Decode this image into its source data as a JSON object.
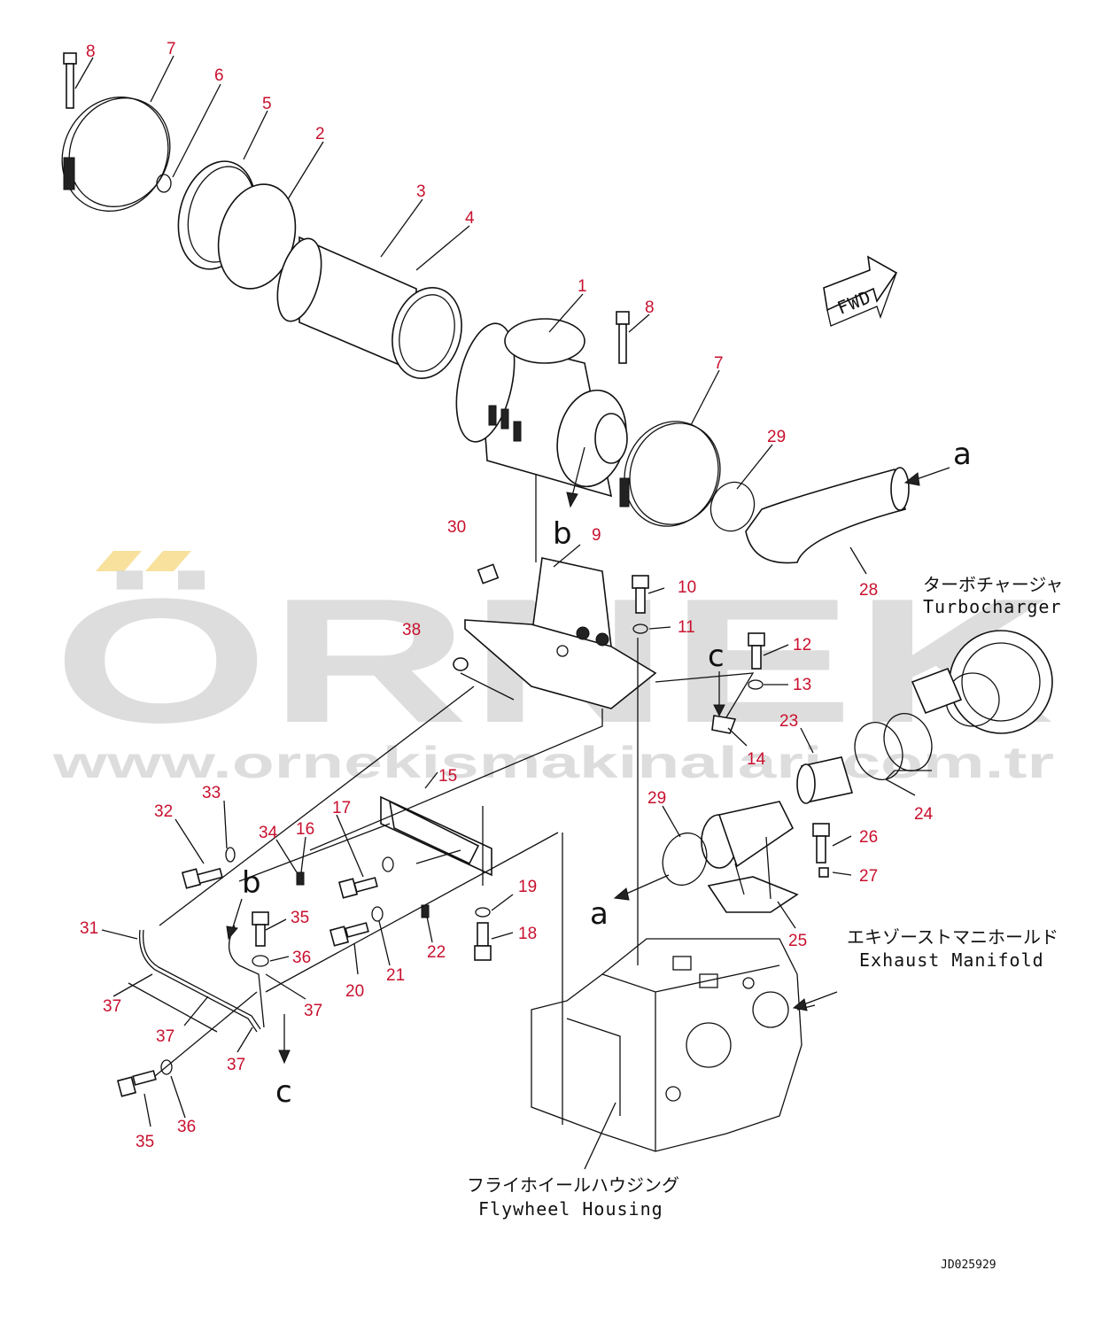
{
  "watermark": {
    "brand": "ÖRNEK",
    "url": "www.ornekismakinalari.com.tr"
  },
  "callouts": [
    {
      "id": "c8a",
      "text": "8"
    },
    {
      "id": "c7a",
      "text": "7"
    },
    {
      "id": "c6",
      "text": "6"
    },
    {
      "id": "c5",
      "text": "5"
    },
    {
      "id": "c2",
      "text": "2"
    },
    {
      "id": "c3",
      "text": "3"
    },
    {
      "id": "c4",
      "text": "4"
    },
    {
      "id": "c1",
      "text": "1"
    },
    {
      "id": "c8b",
      "text": "8"
    },
    {
      "id": "c7b",
      "text": "7"
    },
    {
      "id": "c29a",
      "text": "29"
    },
    {
      "id": "c30",
      "text": "30"
    },
    {
      "id": "c9",
      "text": "9"
    },
    {
      "id": "c10",
      "text": "10"
    },
    {
      "id": "c11",
      "text": "11"
    },
    {
      "id": "c28",
      "text": "28"
    },
    {
      "id": "c38",
      "text": "38"
    },
    {
      "id": "c12",
      "text": "12"
    },
    {
      "id": "c13",
      "text": "13"
    },
    {
      "id": "c14",
      "text": "14"
    },
    {
      "id": "c23",
      "text": "23"
    },
    {
      "id": "c24",
      "text": "24"
    },
    {
      "id": "c15",
      "text": "15"
    },
    {
      "id": "c33",
      "text": "33"
    },
    {
      "id": "c32",
      "text": "32"
    },
    {
      "id": "c17",
      "text": "17"
    },
    {
      "id": "c34",
      "text": "34"
    },
    {
      "id": "c16",
      "text": "16"
    },
    {
      "id": "c29b",
      "text": "29"
    },
    {
      "id": "c26",
      "text": "26"
    },
    {
      "id": "c27",
      "text": "27"
    },
    {
      "id": "c19",
      "text": "19"
    },
    {
      "id": "c31",
      "text": "31"
    },
    {
      "id": "c35a",
      "text": "35"
    },
    {
      "id": "c36a",
      "text": "36"
    },
    {
      "id": "c18",
      "text": "18"
    },
    {
      "id": "c22",
      "text": "22"
    },
    {
      "id": "c21",
      "text": "21"
    },
    {
      "id": "c20",
      "text": "20"
    },
    {
      "id": "c37a",
      "text": "37"
    },
    {
      "id": "c37b",
      "text": "37"
    },
    {
      "id": "c37c",
      "text": "37"
    },
    {
      "id": "c37d",
      "text": "37"
    },
    {
      "id": "c25",
      "text": "25"
    },
    {
      "id": "c35b",
      "text": "35"
    },
    {
      "id": "c36b",
      "text": "36"
    }
  ],
  "refs": {
    "a": "a",
    "b": "b",
    "c": "c"
  },
  "labels": {
    "turbo_jp": "ターボチャージャ",
    "turbo_en": "Turbocharger",
    "exhaust_jp": "エキゾーストマニホールド",
    "exhaust_en": "Exhaust Manifold",
    "flywheel_jp": "フライホイールハウジング",
    "flywheel_en": "Flywheel Housing",
    "fwd": "FWD",
    "drawing_code": "JD025929"
  }
}
